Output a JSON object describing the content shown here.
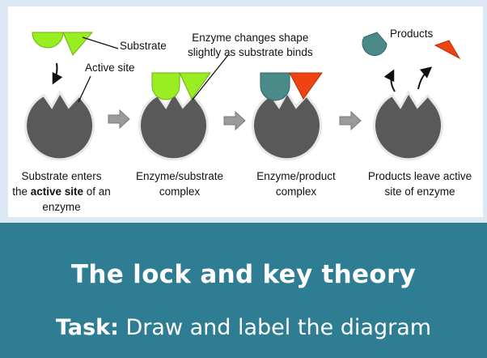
{
  "labels": {
    "substrate": "Substrate",
    "active_site": "Active site",
    "enzyme_changes": [
      "Enzyme changes shape",
      "slightly as substrate binds"
    ],
    "products": "Products"
  },
  "captions": {
    "step1": {
      "pre": "Substrate enters",
      "line2_pre": "the ",
      "bold": "active site",
      "line2_post": " of an",
      "line3": "enzyme"
    },
    "step2": [
      "Enzyme/substrate",
      "complex"
    ],
    "step3": [
      "Enzyme/product",
      "complex"
    ],
    "step4": [
      "Products leave active",
      "site of enzyme"
    ]
  },
  "banner": {
    "title": "The lock and key theory",
    "task_label": "Task:",
    "task_text": "Draw and label the diagram"
  },
  "colors": {
    "enzyme": "#595959",
    "substrate": "#99ee22",
    "product_teal": "#4a8a88",
    "product_red": "#ee4411",
    "arrow": "#999999",
    "banner": "#2e7d92",
    "background": "#dce9f5"
  }
}
